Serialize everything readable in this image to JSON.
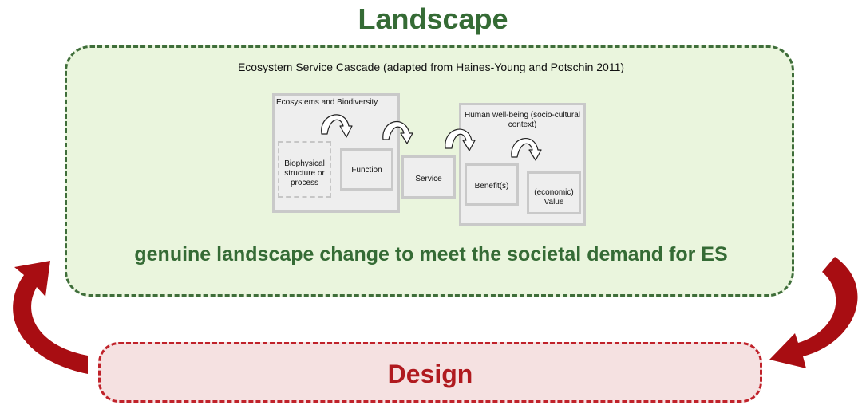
{
  "title": "Landscape",
  "cascade": {
    "title": "Ecosystem Service Cascade (adapted from Haines-Young and Potschin 2011)",
    "ecosystems_label": "Ecosystems and Biodiversity",
    "biophysical_label": "Biophysical structure or process",
    "function_label": "Function",
    "service_label": "Service",
    "wellbeing_label": "Human well-being (socio-cultural context)",
    "benefits_label": "Benefit(s)",
    "value_label": "(economic) Value"
  },
  "genuine_text": "genuine landscape change to meet the societal demand for ES",
  "design_label": "Design",
  "colors": {
    "landscape_green": "#356b35",
    "landscape_fill": "#eaf5dd",
    "design_red": "#b01a1f",
    "design_fill": "#f5e1e1",
    "arrow_red": "#a80d12"
  }
}
